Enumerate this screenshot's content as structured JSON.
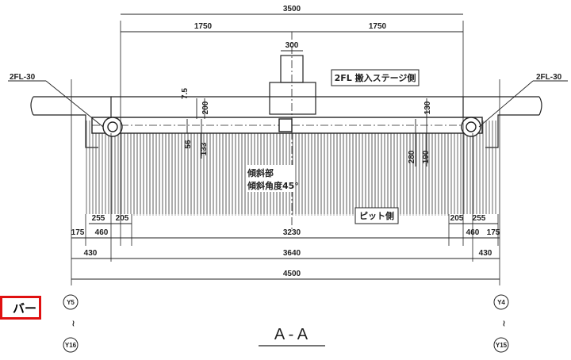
{
  "dimensions": {
    "top_total": "3500",
    "half_left": "1750",
    "half_right": "1750",
    "column_width": "300",
    "mid_span": "3230",
    "inner_span": "3640",
    "total_span": "4500",
    "left_175": "175",
    "left_460": "460",
    "left_430": "430",
    "left_255": "255",
    "left_205": "205",
    "right_205": "205",
    "right_255": "255",
    "right_460": "460",
    "right_175": "175",
    "right_430": "430",
    "v_75": "7.5",
    "v_200": "200",
    "v_56": "56",
    "v_133": "133",
    "v_130": "130",
    "v_280": "280",
    "v_190": "190"
  },
  "labels": {
    "level_left": "2FL-30",
    "level_right": "2FL-30",
    "stage_side": "2FL 搬入ステージ側",
    "pit_side": "ピット側",
    "incline_line1": "傾斜部",
    "incline_line2": "傾斜角度45°",
    "section_title": "A - A"
  },
  "axes": {
    "left_top": "Y5",
    "left_bottom": "Y16",
    "right_top": "Y4",
    "right_bottom": "Y15",
    "tilde": "~"
  },
  "callout": {
    "text": "バー",
    "border_color": "#e01010"
  }
}
